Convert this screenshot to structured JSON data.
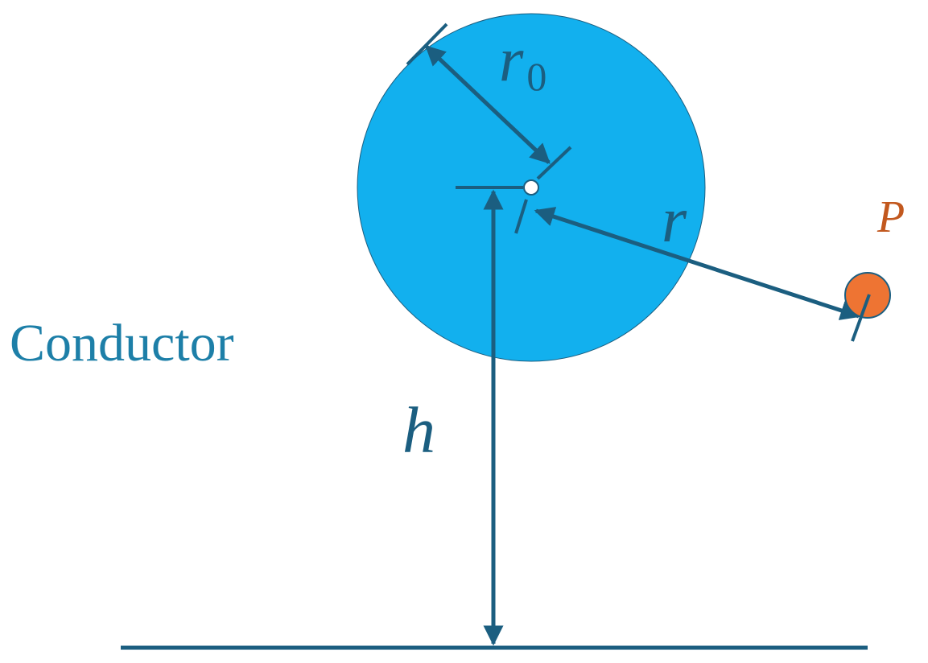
{
  "labels": {
    "conductor": "Conductor",
    "radius_symbol": "r",
    "radius_subscript": "0",
    "distance": "r",
    "height": "h",
    "point": "P"
  },
  "colors": {
    "conductor_fill": "#12B0EE",
    "line": "#1B5E80",
    "text": "#1B5E80",
    "conductor_label": "#1D7FA8",
    "point_fill": "#EE7433",
    "point_label": "#C2581E"
  }
}
